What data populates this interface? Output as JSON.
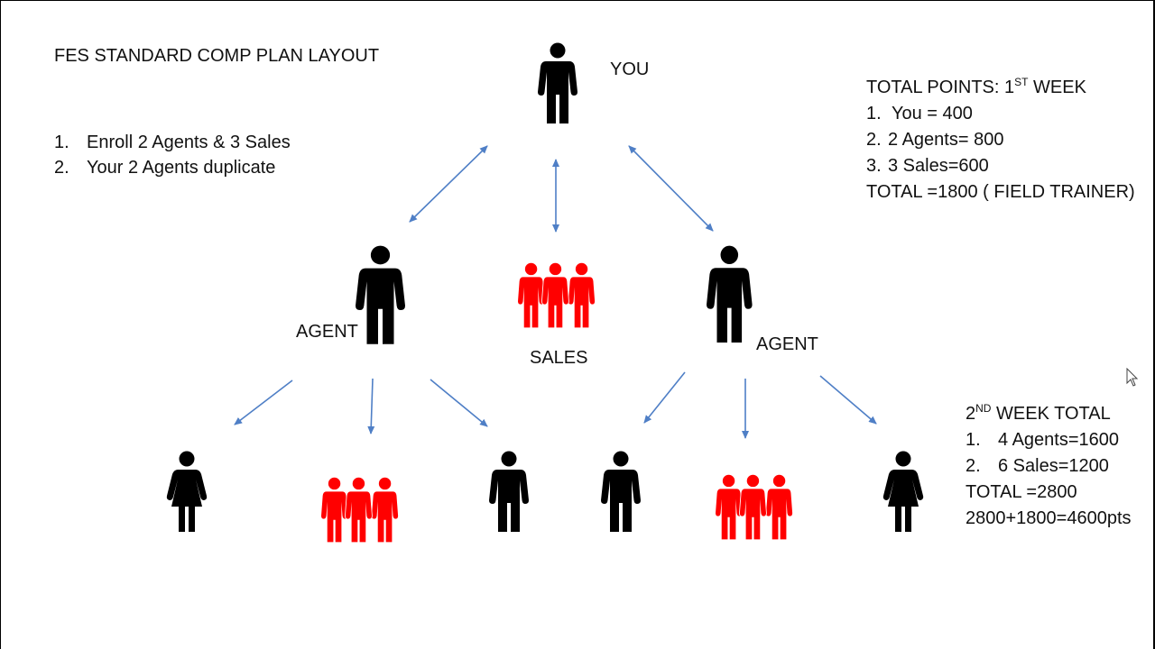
{
  "title": "FES STANDARD COMP PLAN LAYOUT",
  "steps": [
    {
      "num": "1.",
      "text": "Enroll 2 Agents & 3 Sales"
    },
    {
      "num": "2.",
      "text": "Your 2 Agents duplicate"
    }
  ],
  "labels": {
    "you": "YOU",
    "agent_left": "AGENT",
    "agent_right": "AGENT",
    "sales": "SALES"
  },
  "week1": {
    "heading_pre": "TOTAL POINTS: 1",
    "heading_sup": "ST",
    "heading_post": " WEEK",
    "items": [
      {
        "num": "1.",
        "text": "You = 400"
      },
      {
        "num": "2.",
        "text": "2 Agents= 800"
      },
      {
        "num": "3.",
        "text": "3 Sales=600"
      }
    ],
    "total": "TOTAL =1800 ( FIELD TRAINER)"
  },
  "week2": {
    "heading_pre": "2",
    "heading_sup": "ND",
    "heading_post": " WEEK TOTAL",
    "items": [
      {
        "num": "1.",
        "text": "4 Agents=1600"
      },
      {
        "num": "2.",
        "text": "6 Sales=1200"
      }
    ],
    "total": "TOTAL =2800",
    "grand_total": "2800+1800=4600pts"
  },
  "colors": {
    "person": "#000000",
    "sales_group": "#ff0000",
    "arrow": "#4f7fc6"
  },
  "icons": [
    "person-icon",
    "woman-icon",
    "group-icon",
    "arrow"
  ]
}
